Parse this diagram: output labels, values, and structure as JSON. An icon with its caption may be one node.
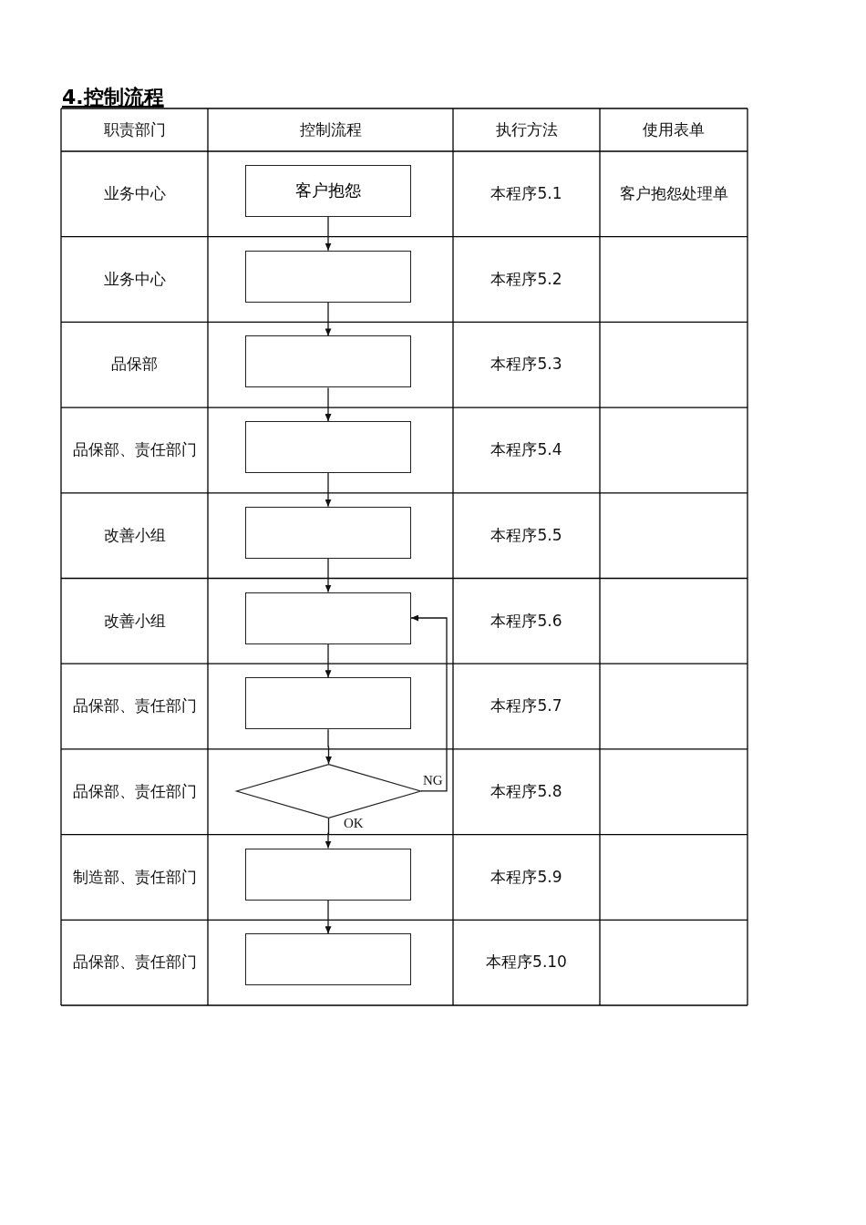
{
  "diagram": {
    "title": "4.控制流程",
    "nodes": [
      {
        "text": [
          "客户抱怨"
        ]
      },
      {
        "text": [],
        "shape": "box"
      },
      {
        "text": [],
        "shape": "box"
      },
      {
        "text": [],
        "shape": "box"
      },
      {
        "text": [],
        "shape": "box"
      },
      {
        "text": [],
        "shape": "box"
      },
      {
        "text": [],
        "shape": "box"
      },
      {
        "text": [],
        "shape": "diamond"
      },
      {
        "text": [],
        "shape": "box"
      },
      {
        "text": [],
        "shape": "box"
      }
    ],
    "edges": [
      {
        "from": 0,
        "to": 1,
        "arrow": "to"
      },
      {
        "from": 1,
        "to": 2,
        "arrow": "to"
      },
      {
        "from": 2,
        "to": 3,
        "arrow": "to"
      },
      {
        "from": 3,
        "to": 4,
        "arrow": "to"
      },
      {
        "from": 4,
        "to": 5,
        "arrow": "to"
      },
      {
        "from": 5,
        "to": 6,
        "arrow": "to"
      },
      {
        "from": 6,
        "to": 7,
        "arrow": "to"
      },
      {
        "from": 7,
        "to": 5,
        "arrow": "to",
        "label": "NG"
      },
      {
        "from": 7,
        "to": 8,
        "arrow": "to",
        "label": "OK"
      },
      {
        "from": 8,
        "to": 9,
        "arrow": "to"
      }
    ],
    "labels": [
      "职责部门",
      "控制流程",
      "执行方法",
      "使用表单",
      "业务中心",
      "本程序5.1",
      "客户抱怨处理单",
      "业务中心",
      "本程序5.2",
      "品保部",
      "本程序5.3",
      "品保部、责任部门",
      "本程序5.4",
      "改善小组",
      "本程序5.5",
      "改善小组",
      "本程序5.6",
      "品保部、责任部门",
      "本程序5.7",
      "品保部、责任部门",
      "本程序5.8",
      "制造部、责任部门",
      "本程序5.9",
      "品保部、责任部门",
      "本程序5.10"
    ]
  }
}
